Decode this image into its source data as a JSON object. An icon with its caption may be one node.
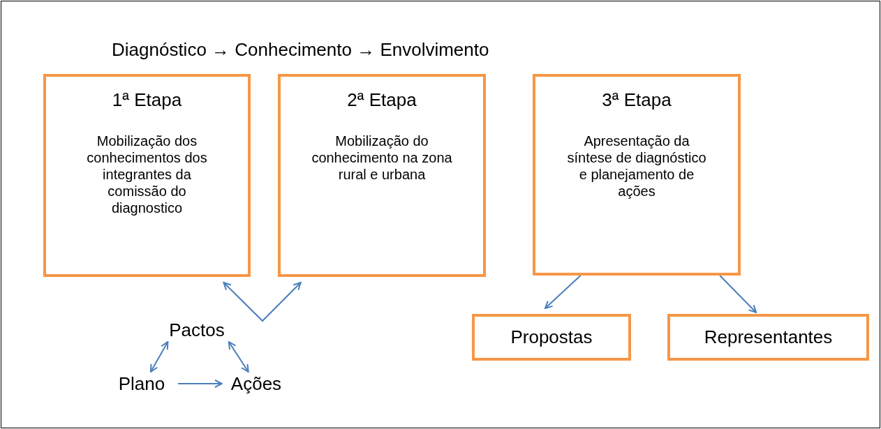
{
  "diagram": {
    "title": "Diagnóstico → Conhecimento → Envolvimento",
    "nodes": [
      {
        "text": [
          "1ª Etapa",
          "Mobilização dos conhecimentos dos integrantes da comissão do diagnostico"
        ]
      },
      {
        "text": [
          "2ª Etapa",
          "Mobilização do conhecimento na zona rural e urbana"
        ]
      },
      {
        "text": [
          "3ª Etapa",
          "Apresentação da síntese de diagnóstico e planejamento de ações"
        ]
      },
      {
        "text": [
          "Propostas"
        ]
      },
      {
        "text": [
          "Representantes"
        ]
      },
      {
        "text": [
          "Pactos"
        ]
      },
      {
        "text": [
          "Plano"
        ]
      },
      {
        "text": [
          "Ações"
        ]
      }
    ],
    "edges": [
      {
        "from": 0,
        "to": 1,
        "arrow": "both"
      },
      {
        "from": 2,
        "to": 3,
        "arrow": "to"
      },
      {
        "from": 2,
        "to": 4,
        "arrow": "to"
      },
      {
        "from": 5,
        "to": 6,
        "arrow": "both"
      },
      {
        "from": 5,
        "to": 7,
        "arrow": "both"
      },
      {
        "from": 6,
        "to": 7,
        "arrow": "to"
      }
    ]
  }
}
